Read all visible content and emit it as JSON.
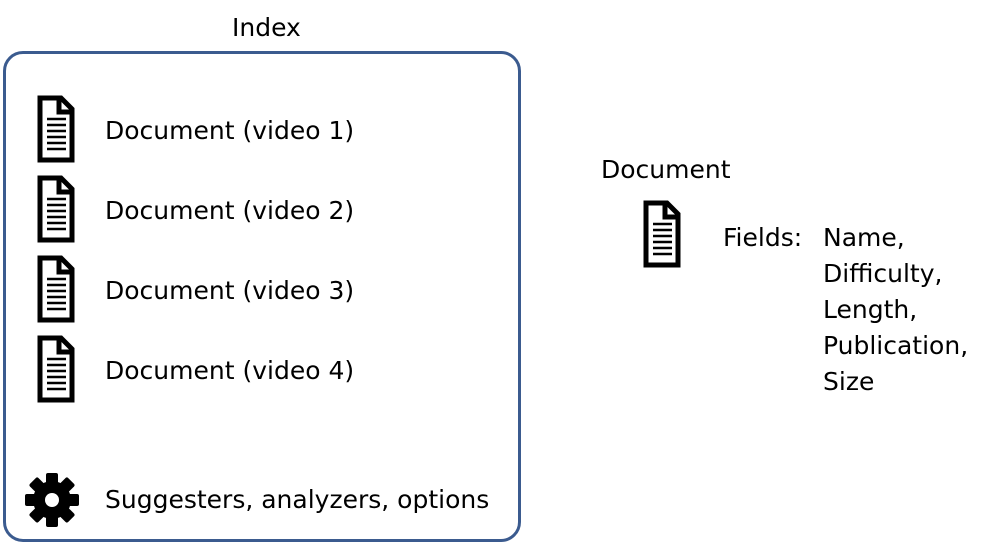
{
  "index": {
    "title": "Index",
    "documents": [
      {
        "label": "Document (video 1)",
        "icon": "document-icon"
      },
      {
        "label": "Document (video 2)",
        "icon": "document-icon"
      },
      {
        "label": "Document (video 3)",
        "icon": "document-icon"
      },
      {
        "label": "Document (video 4)",
        "icon": "document-icon"
      }
    ],
    "settings": {
      "label": "Suggesters, analyzers, options",
      "icon": "gear-icon"
    }
  },
  "document": {
    "title": "Document",
    "icon": "document-icon",
    "fields_label": "Fields:",
    "fields": [
      "Name,",
      "Difficulty,",
      "Length,",
      "Publication,",
      "Size"
    ]
  },
  "colors": {
    "index_border": "#3b5b8f",
    "ink": "#000000"
  }
}
